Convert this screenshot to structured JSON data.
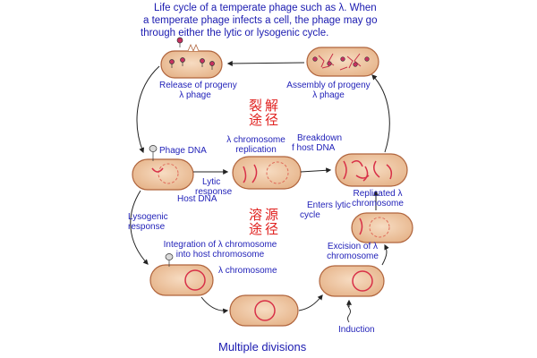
{
  "title": {
    "line1": "Life cycle of a temperate phage such as λ. When",
    "line2": "a temperate phage infects a cell, the phage may go",
    "line3": "through either the lytic or lysogenic cycle."
  },
  "labels": {
    "release": [
      "Release of progeny",
      "λ phage"
    ],
    "assembly": [
      "Assembly of progeny",
      "λ phage"
    ],
    "lytic_cn": [
      "裂解",
      "途径"
    ],
    "lysogenic_cn": [
      "溶源",
      "途径"
    ],
    "chromosome_replication": [
      "λ chromosome",
      "replication"
    ],
    "breakdown": [
      "Breakdown",
      "f host DNA"
    ],
    "phage_dna": "Phage DNA",
    "host_dna": "Host DNA",
    "lytic_response": [
      "Lytic",
      "response"
    ],
    "replicated_chromosome": [
      "Replicated λ",
      "chromosome"
    ],
    "enters_lytic": [
      "Enters lytic",
      "cycle"
    ],
    "lysogenic_response": [
      "Lysogenic",
      "response"
    ],
    "integration": [
      "Integration of λ chromosome",
      "into host chromosome"
    ],
    "lambda_chromosome": "λ chromosome",
    "excision": [
      "Excision of λ",
      "chromosome"
    ],
    "induction": "Induction",
    "multiple_divisions": "Multiple divisions"
  },
  "colors": {
    "text": "#1f1fb8",
    "chinese": "#e0201e",
    "cell_fill": "#efc9a6",
    "cell_stroke": "#b0643c",
    "dna": "#d83048",
    "arrow": "#222222"
  }
}
